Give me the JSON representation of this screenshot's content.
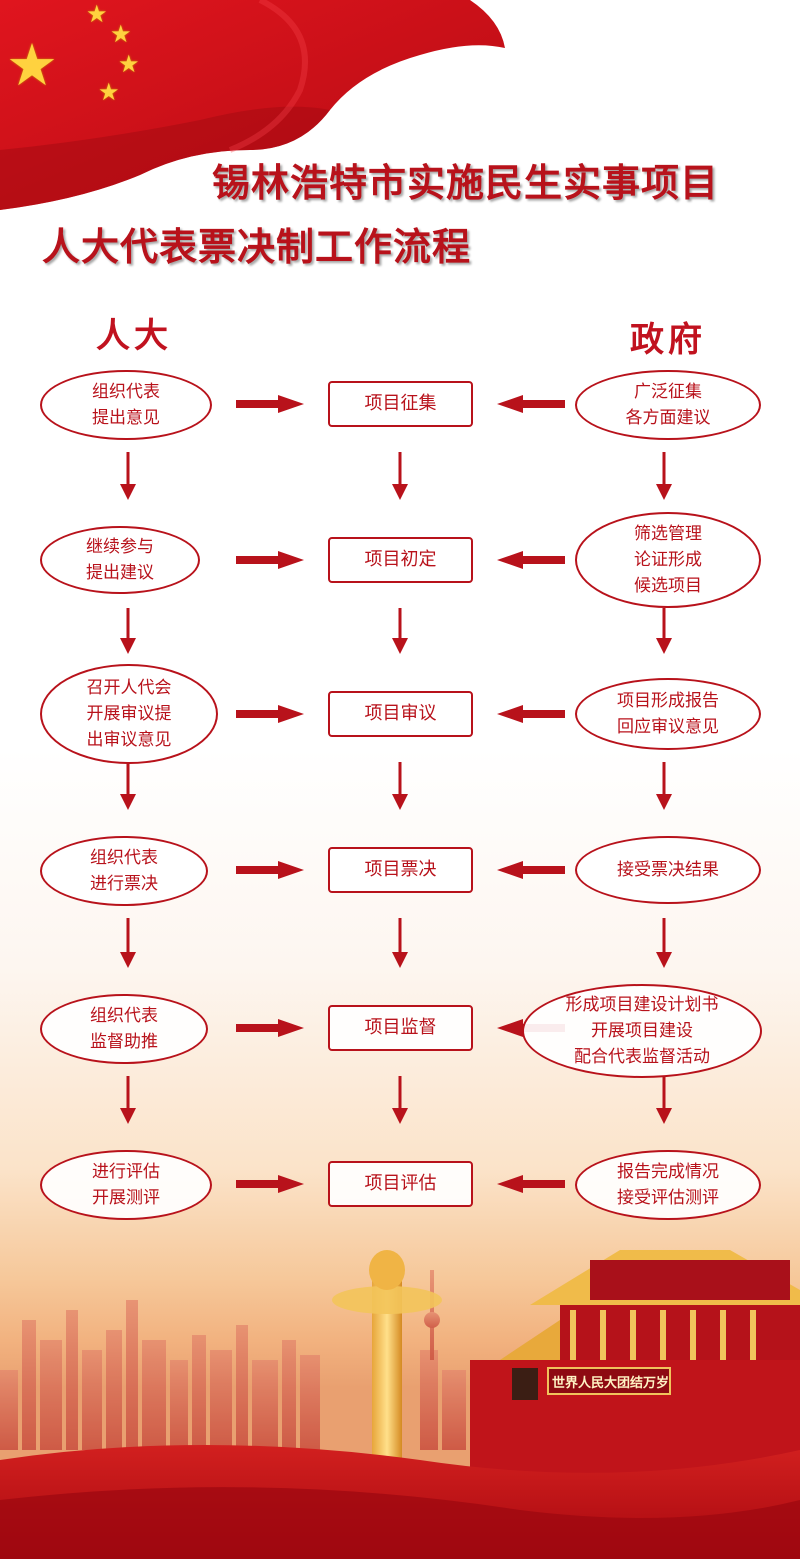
{
  "title": {
    "line1": "锡林浩特市实施民生实事项目",
    "line2": "人大代表票决制工作流程"
  },
  "columns": {
    "left": "人大",
    "right": "政府"
  },
  "rows": [
    {
      "left": [
        "组织代表",
        "提出意见"
      ],
      "center": "项目征集",
      "right": [
        "广泛征集",
        "各方面建议"
      ]
    },
    {
      "left": [
        "继续参与",
        "提出建议"
      ],
      "center": "项目初定",
      "right": [
        "筛选管理",
        "论证形成",
        "候选项目"
      ]
    },
    {
      "left": [
        "召开人代会",
        "开展审议提",
        "出审议意见"
      ],
      "center": "项目审议",
      "right": [
        "项目形成报告",
        "回应审议意见"
      ]
    },
    {
      "left": [
        "组织代表",
        "进行票决"
      ],
      "center": "项目票决",
      "right": [
        "接受票决结果"
      ]
    },
    {
      "left": [
        "组织代表",
        "监督助推"
      ],
      "center": "项目监督",
      "right": [
        "形成项目建设计划书",
        "开展项目建设",
        "配合代表监督活动"
      ]
    },
    {
      "left": [
        "进行评估",
        "开展测评"
      ],
      "center": "项目评估",
      "right": [
        "报告完成情况",
        "接受评估测评"
      ]
    }
  ],
  "background": {
    "gate_sign": "世界人民大团结万岁"
  },
  "colors": {
    "primary_red": "#b8121b",
    "flag_red": "#d5141c",
    "star_yellow": "#ffd23f"
  },
  "icons": [
    "flag-star-icon",
    "arrow-right-icon",
    "arrow-left-icon",
    "arrow-down-icon"
  ]
}
